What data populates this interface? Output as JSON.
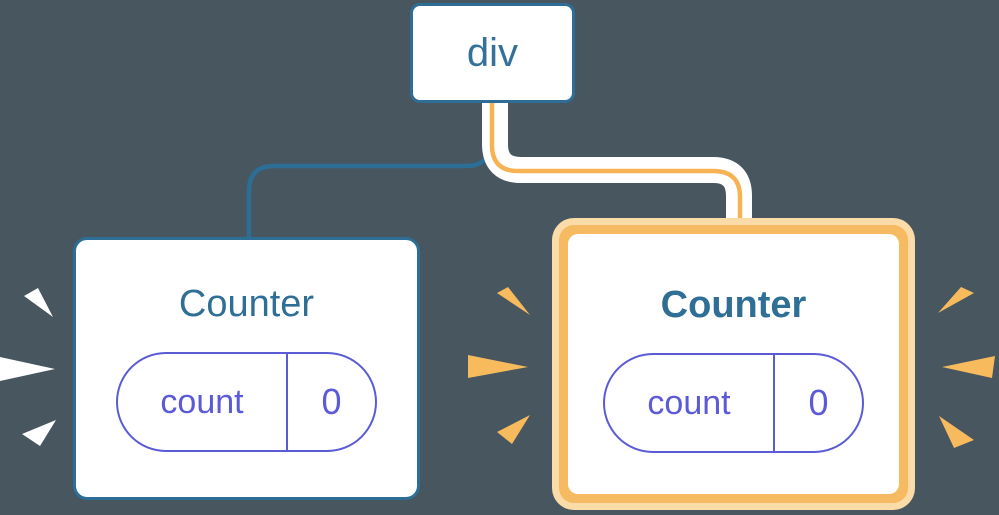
{
  "diagram": {
    "description": "React component tree showing a div root with two Counter children; the right Counter is highlighted as updated",
    "root": {
      "label": "div"
    },
    "cards": [
      {
        "id": "left",
        "title": "Counter",
        "state_key": "count",
        "state_value": "0",
        "highlighted": false
      },
      {
        "id": "right",
        "title": "Counter",
        "state_key": "count",
        "state_value": "0",
        "highlighted": true
      }
    ]
  },
  "colors": {
    "background": "#47565F",
    "steel_blue": "#2D6E97",
    "indigo": "#5B5BD6",
    "connector_orange": "#F6B253",
    "highlight_light_orange": "#FBDBA8",
    "highlight_orange": "#F6BB62",
    "burst_orange": "#F7BA5D",
    "burst_white": "#FFFFFF",
    "card_background": "#FFFFFF"
  }
}
